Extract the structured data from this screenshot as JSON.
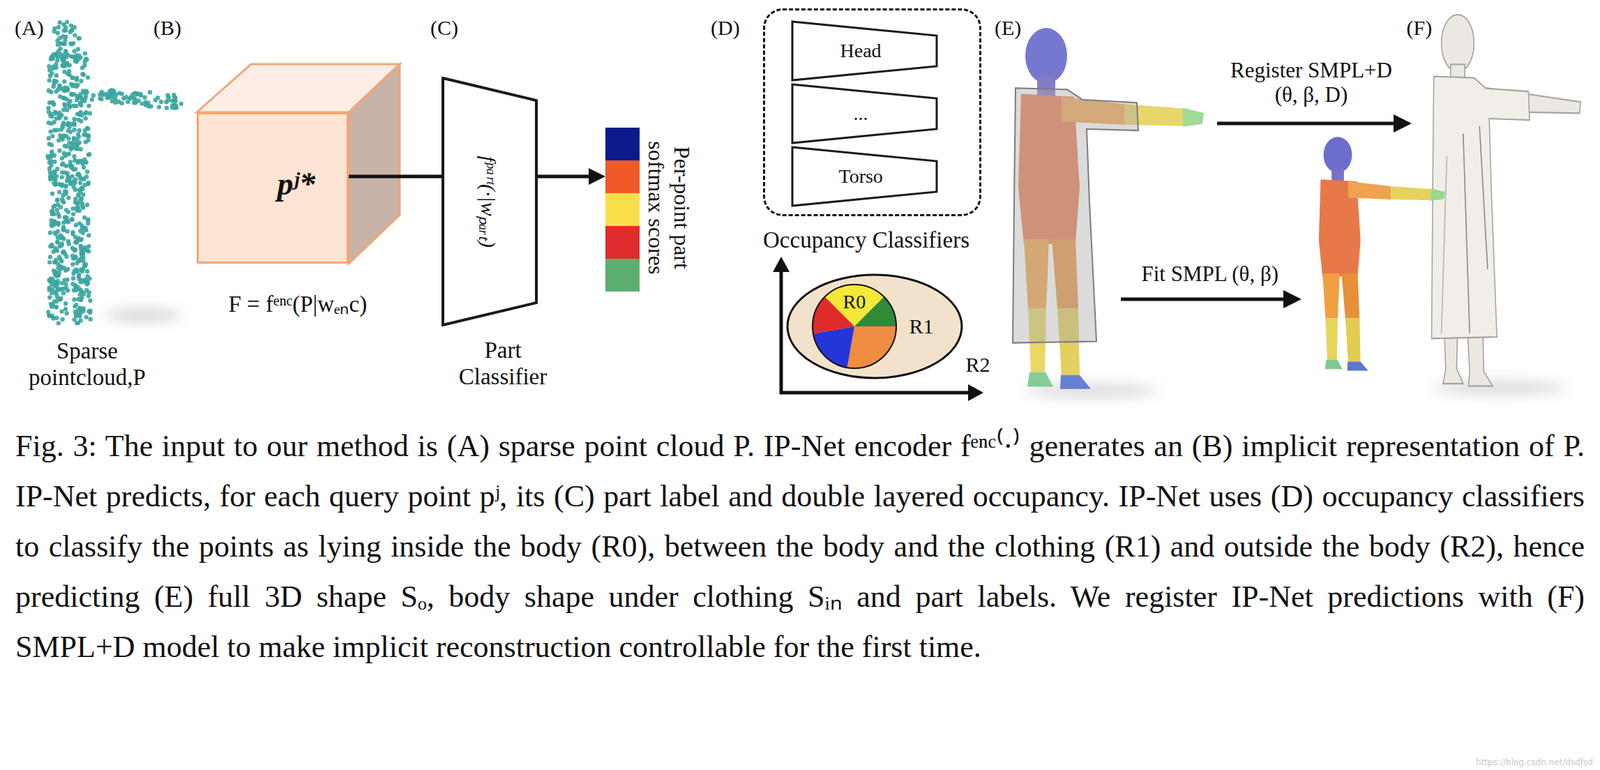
{
  "diagram": {
    "caption": "Fig. 3: The input to our method is (A) sparse point cloud P. IP-Net encoder fᵉⁿᶜ⁽·⁾ generates an (B) implicit representation of P. IP-Net predicts, for each query point pʲ, its (C) part label and double layered occupancy. IP-Net uses (D) occupancy classifiers to classify the points as lying inside the body (R0), between the body and the clothing (R1) and outside the body (R2), hence predicting (E) full 3D shape Sₒ, body shape under clothing Sᵢₙ and part labels. We register IP-Net predictions with (F) SMPL+D model to make implicit reconstruction controllable for the first time.",
    "nodes": [
      {
        "text": [
          "pʲ*",
          "F = fᵉⁿᶜ(P|wₑₙc)"
        ]
      },
      {
        "text": [
          "fᵖᵃʳᵗ(·|wₚₐᵣₜ)",
          "Part Classifier"
        ]
      },
      {
        "text": [
          "Per-point part softmax scores"
        ]
      },
      {
        "text": [
          "Occupancy Classifiers"
        ]
      },
      {
        "text": [
          "Head"
        ],
        "in": 3
      },
      {
        "text": [
          "..."
        ],
        "in": 3
      },
      {
        "text": [
          "Torso"
        ],
        "in": 3
      },
      {
        "text": [
          "R1"
        ]
      },
      {
        "text": [
          "R0"
        ],
        "in": 7
      }
    ],
    "edges": [
      {
        "from": 0,
        "to": 1,
        "arrow": "none"
      },
      {
        "from": 1,
        "to": 2,
        "arrow": "to"
      }
    ],
    "labels": [
      "(A)",
      "Sparse pointcloud,P",
      "(B)",
      "(C)",
      "(D)",
      "R2",
      "(E)",
      "Register SMPL+D (θ, β, D)",
      "Fit SMPL (θ, β)",
      "(F)",
      "https://blog.csdn.net/dsdfsd"
    ]
  }
}
